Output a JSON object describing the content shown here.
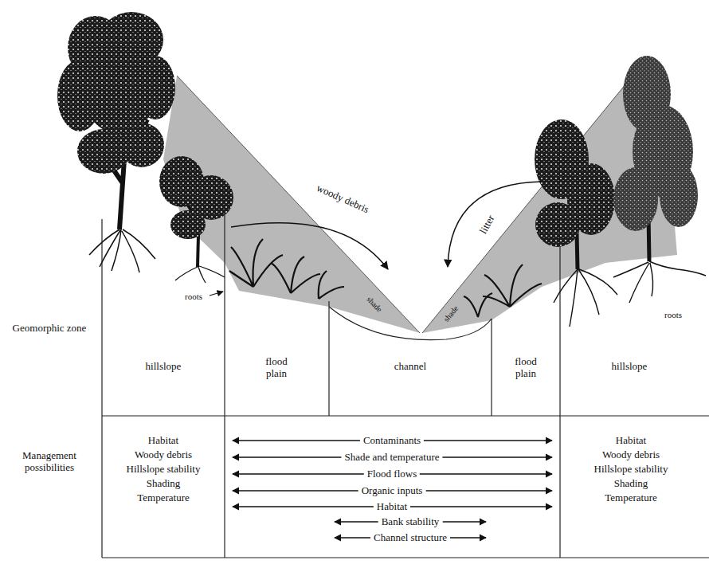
{
  "diagram": {
    "labels": [
      "woody debris",
      "litter",
      "roots",
      "shade",
      "shade",
      "roots",
      "Geomorphic zone",
      "hillslope",
      "flood plain",
      "channel",
      "flood plain",
      "hillslope",
      "Management possibilities",
      "Habitat",
      "Woody debris",
      "Hillslope stability",
      "Shading",
      "Temperature",
      "Contaminants",
      "Shade and temperature",
      "Flood flows",
      "Organic inputs",
      "Habitat",
      "Bank stability",
      "Channel structure",
      "Habitat",
      "Woody debris",
      "Hillslope stability",
      "Shading",
      "Temperature"
    ]
  }
}
